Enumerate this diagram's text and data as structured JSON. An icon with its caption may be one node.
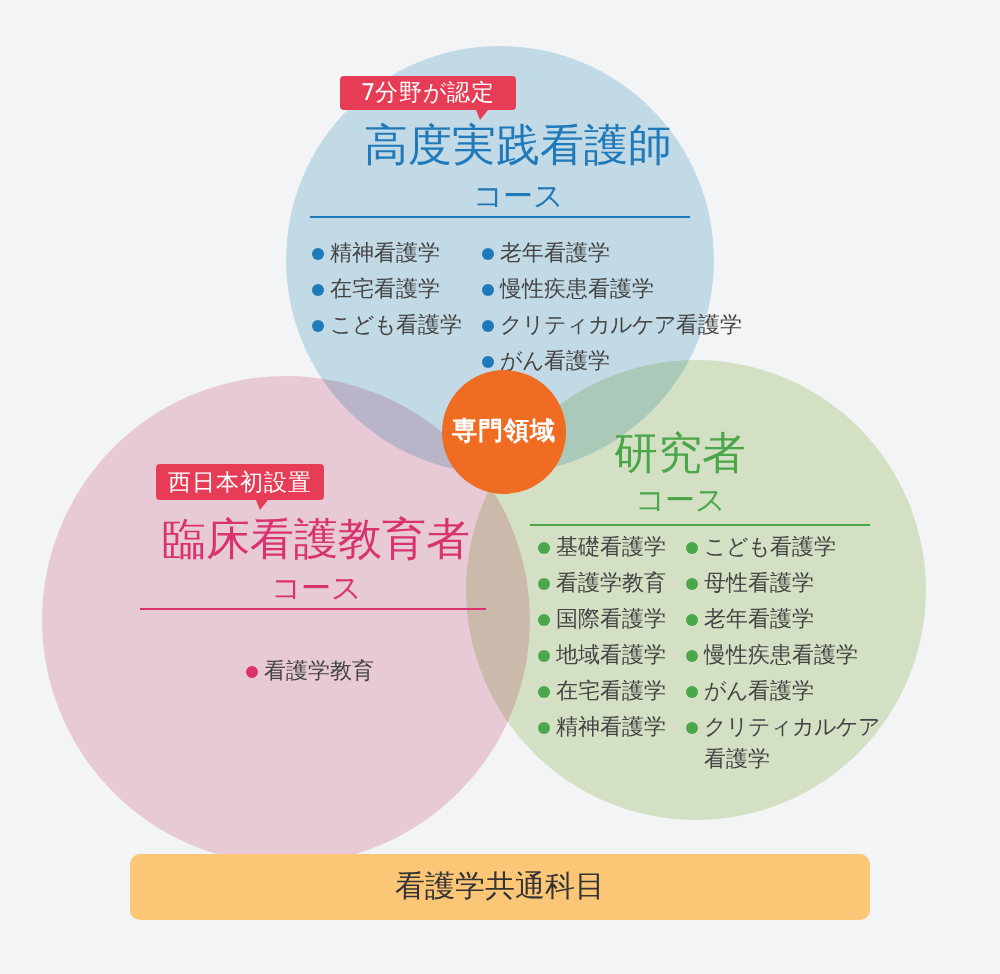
{
  "diagram": {
    "nodes": [
      {
        "text": [
          "高度実践看護師",
          "コース",
          "精神看護学",
          "在宅看護学",
          "こども看護学",
          "老年看護学",
          "慢性疾患看護学",
          "クリティカルケア看護学",
          "がん看護学"
        ]
      },
      {
        "text": [
          "7分野が認定"
        ],
        "in": 0
      },
      {
        "text": [
          "専門領域"
        ]
      },
      {
        "text": [
          "臨床看護教育者",
          "コース",
          "看護学教育"
        ]
      },
      {
        "text": [
          "西日本初設置"
        ],
        "in": 3
      },
      {
        "text": [
          "研究者",
          "コース",
          "基礎看護学",
          "看護学教育",
          "国際看護学",
          "地域看護学",
          "在宅看護学",
          "精神看護学",
          "こども看護学",
          "母性看護学",
          "老年看護学",
          "慢性疾患看護学",
          "がん看護学",
          "クリティカルケア看護学"
        ]
      },
      {
        "text": [
          "看護学共通科目"
        ]
      }
    ],
    "edges": []
  }
}
